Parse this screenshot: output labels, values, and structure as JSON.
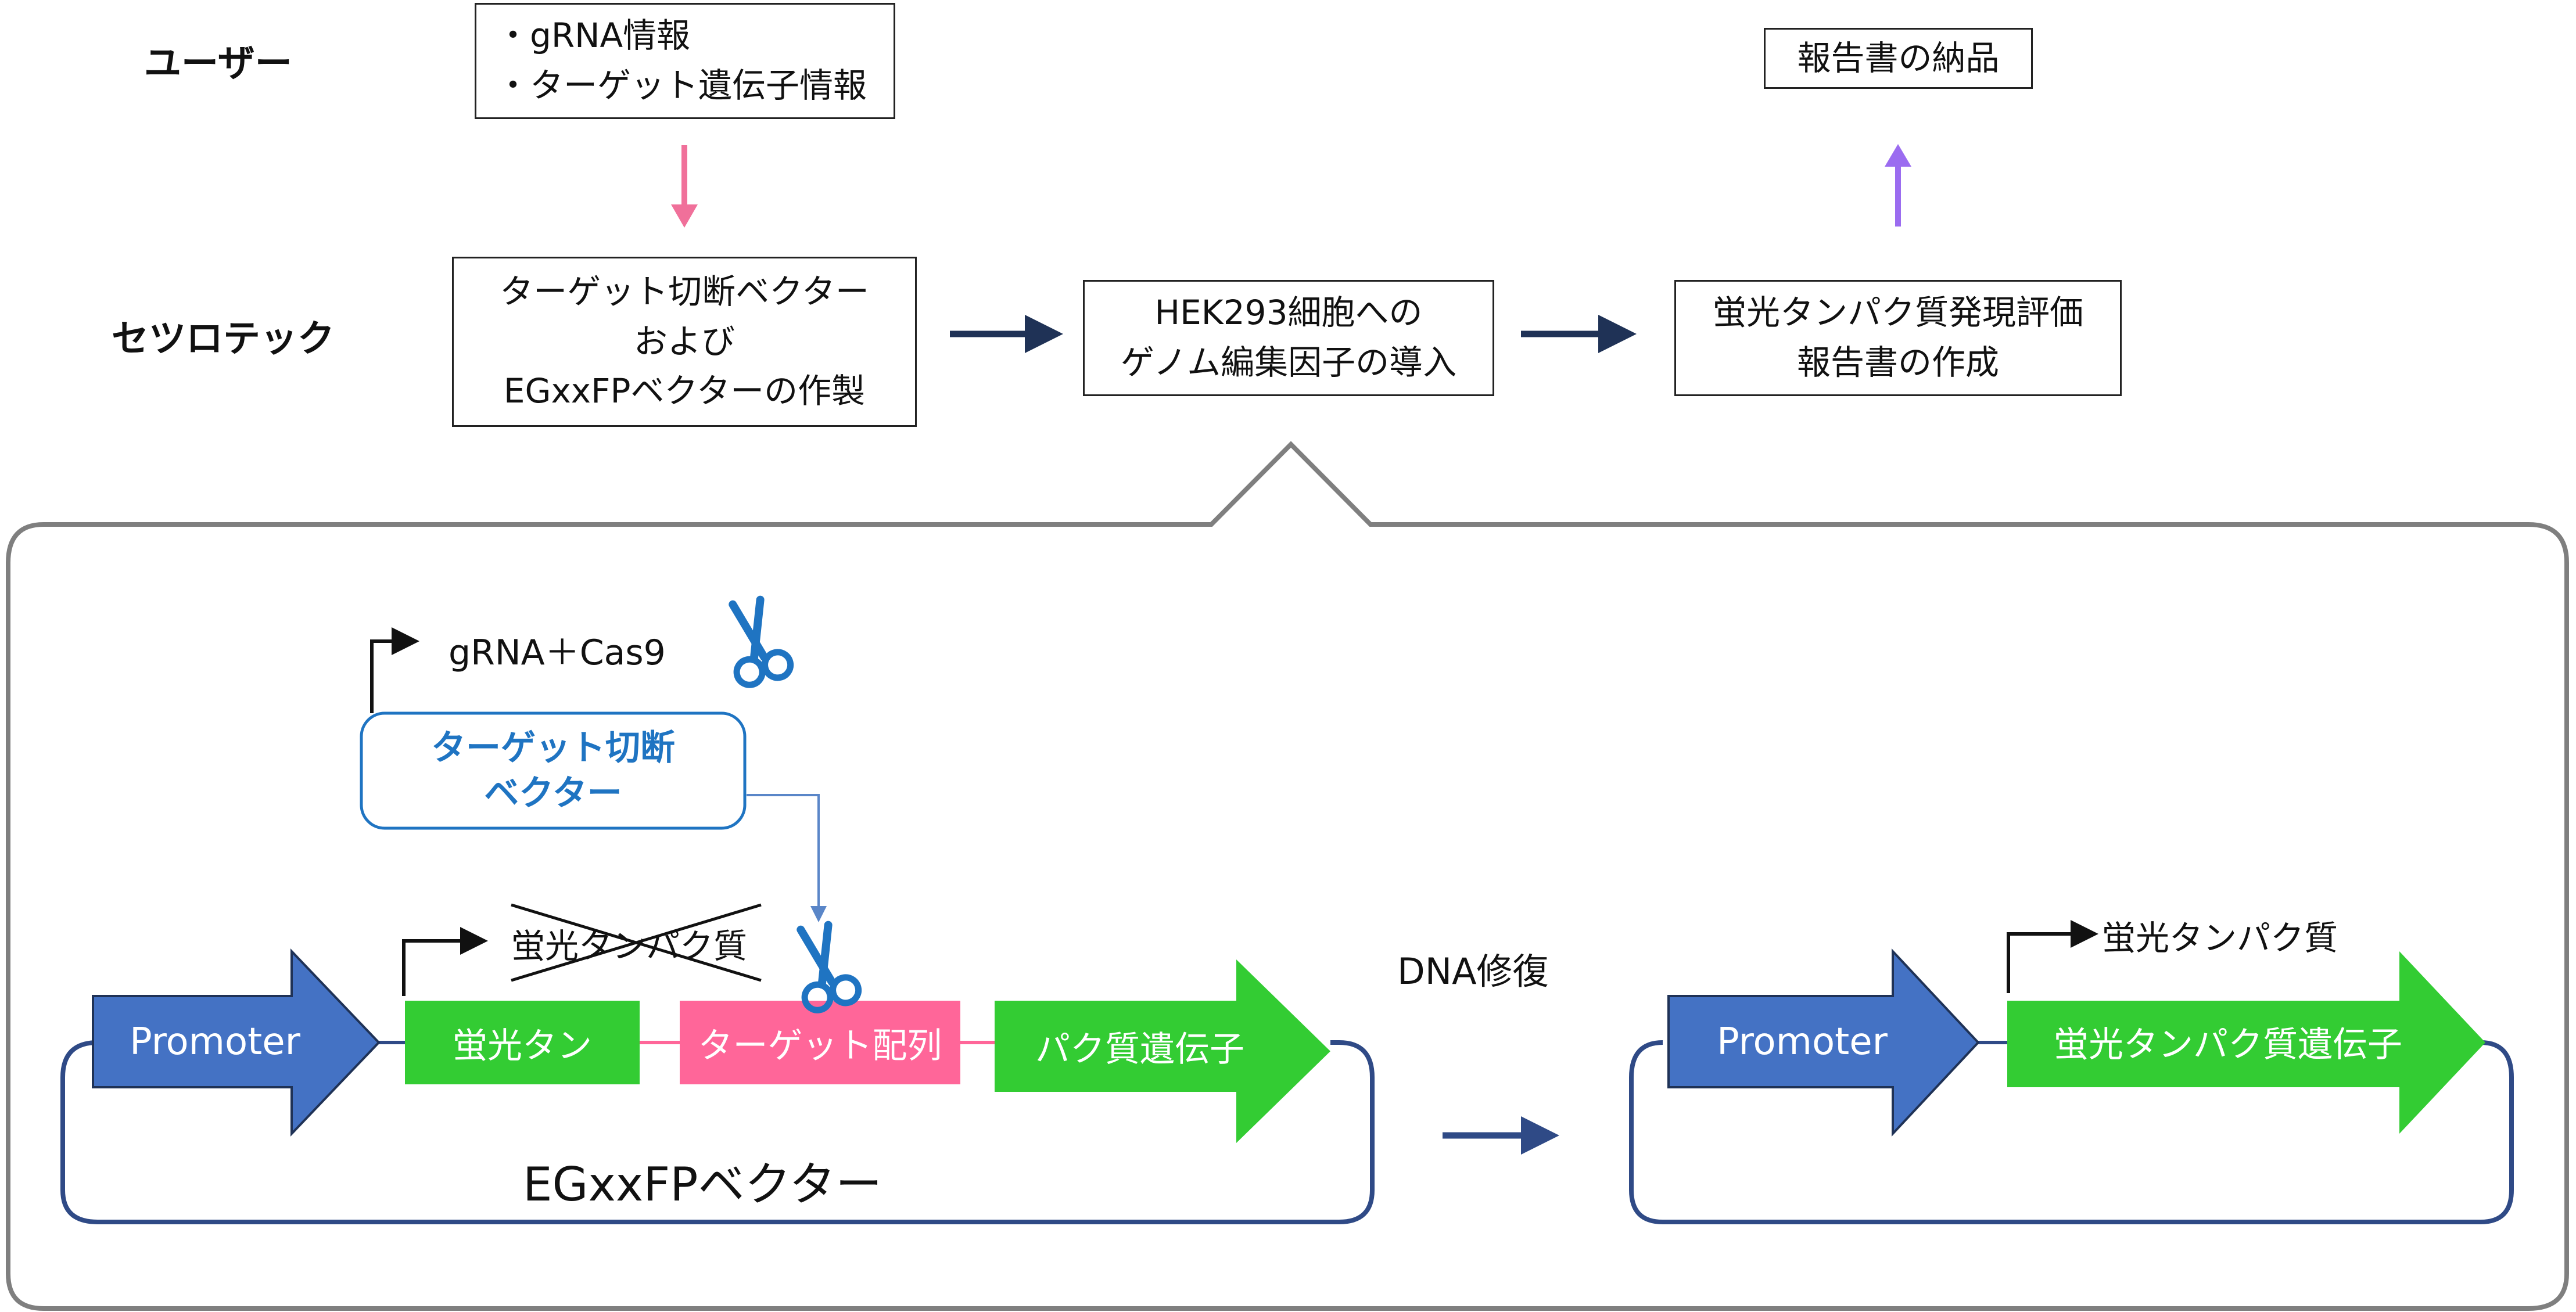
{
  "rows": {
    "user": "ユーザー",
    "company": "セツロテック"
  },
  "user_input": {
    "line1": "・gRNA情報",
    "line2": "・ターゲット遺伝子情報"
  },
  "delivery": "報告書の納品",
  "steps": {
    "step1": {
      "line1": "ターゲット切断ベクター",
      "line2": "および",
      "line3": "EGxxFPベクターの作製"
    },
    "step2": {
      "line1": "HEK293細胞への",
      "line2": "ゲノム編集因子の導入"
    },
    "step3": {
      "line1": "蛍光タンパク質発現評価",
      "line2": "報告書の作成"
    }
  },
  "detail": {
    "grna_cas9": "gRNA＋Cas9",
    "target_vector": {
      "line1": "ターゲット切断",
      "line2": "ベクター"
    },
    "crossed_out": "蛍光タンパク質",
    "promoter_left": "Promoter",
    "seg_green_left": "蛍光タン",
    "seg_pink": "ターゲット配列",
    "seg_green_right": "パク質遺伝子",
    "egxxfp_label": "EGxxFPベクター",
    "dna_repair": "DNA修復",
    "promoter_right": "Promoter",
    "seg_green_full": "蛍光タンパク質遺伝子",
    "expressed": "蛍光タンパク質"
  },
  "colors": {
    "navy": "#1f3256",
    "pink_arrow": "#f0709a",
    "purple_arrow": "#9b6cf0",
    "blue_text": "#1f74c2",
    "promoter": "#4472c4",
    "green": "#33cc33",
    "pink_segment": "#ff6699",
    "plasmid_line": "#2f4a86",
    "scissors": "#1f74c2"
  }
}
